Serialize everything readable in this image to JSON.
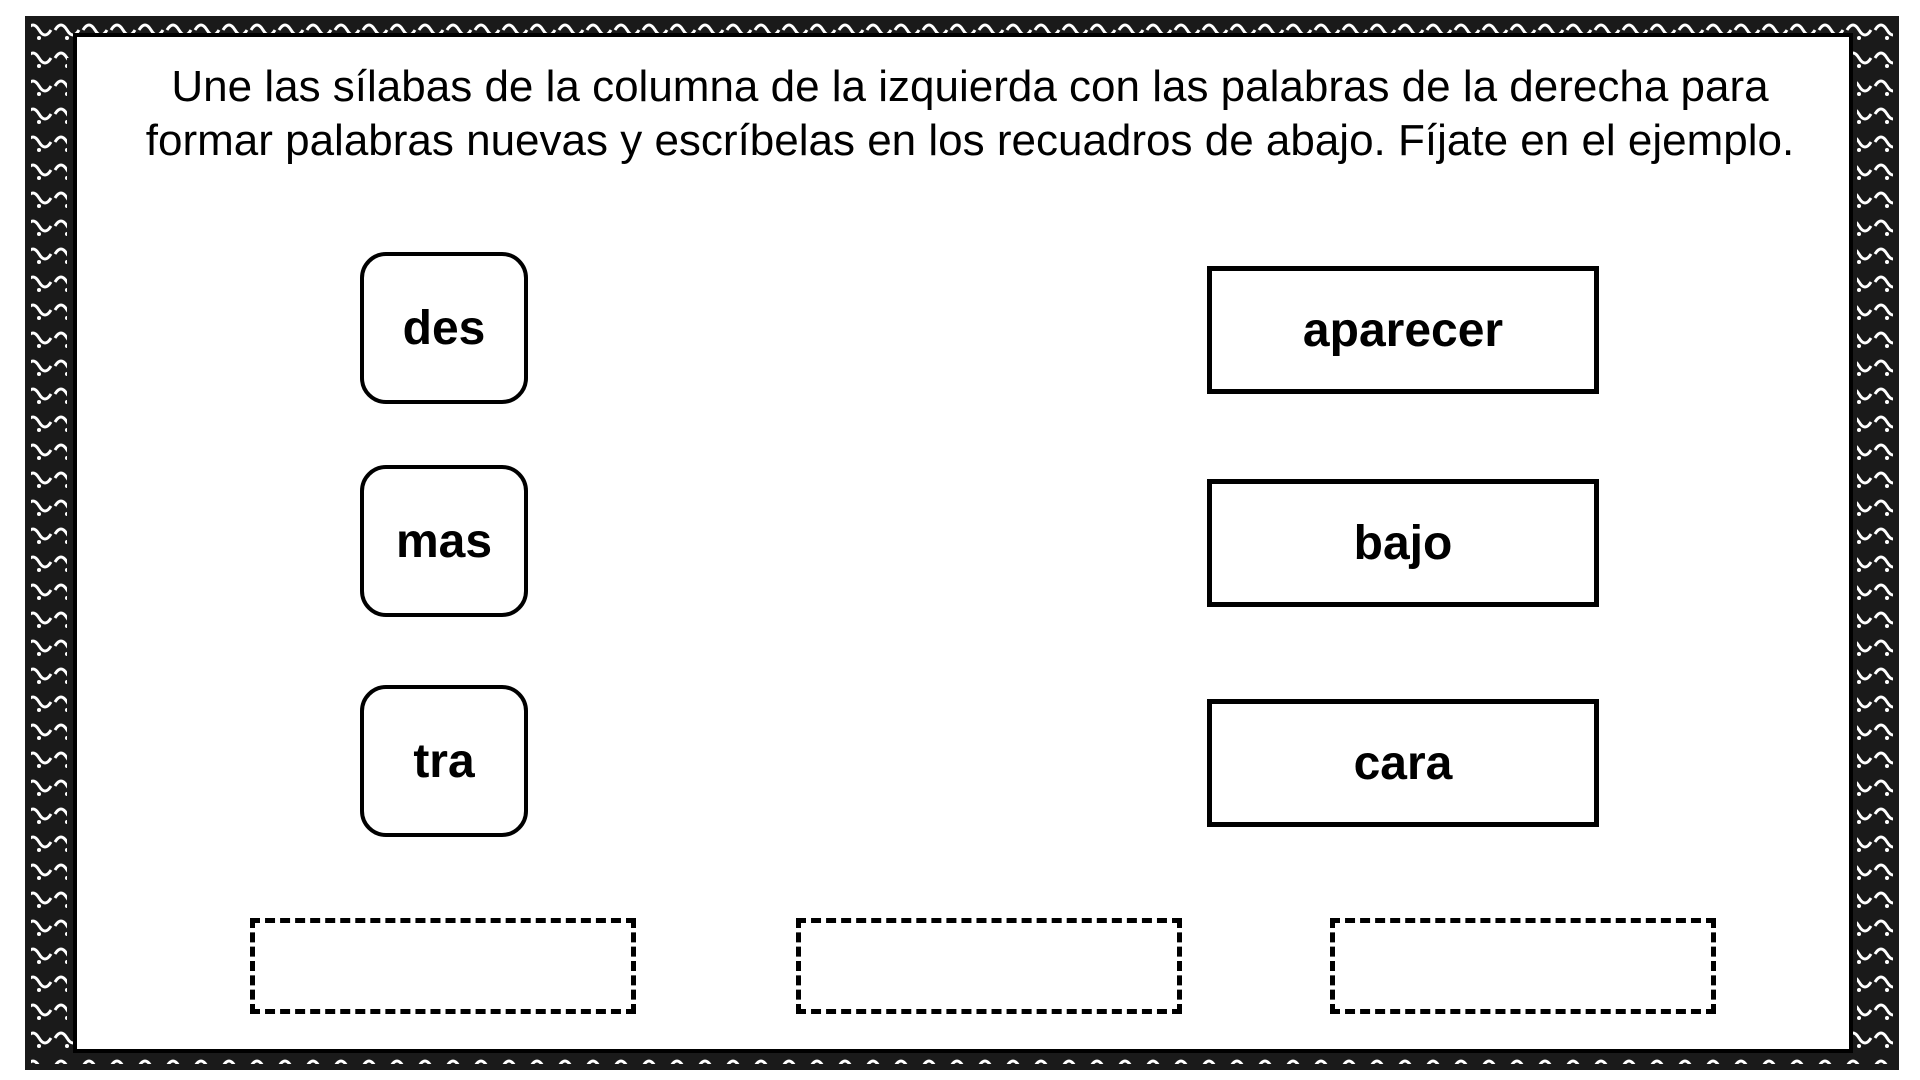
{
  "instructions": "Une las sílabas de la columna de la izquierda con las palabras de la derecha para formar palabras nuevas y escríbelas en los recuadros de abajo. Fíjate en el ejemplo.",
  "syllables": [
    "des",
    "mas",
    "tra"
  ],
  "words": [
    "aparecer",
    "bajo",
    "cara"
  ],
  "answer_boxes": [
    "",
    "",
    ""
  ]
}
